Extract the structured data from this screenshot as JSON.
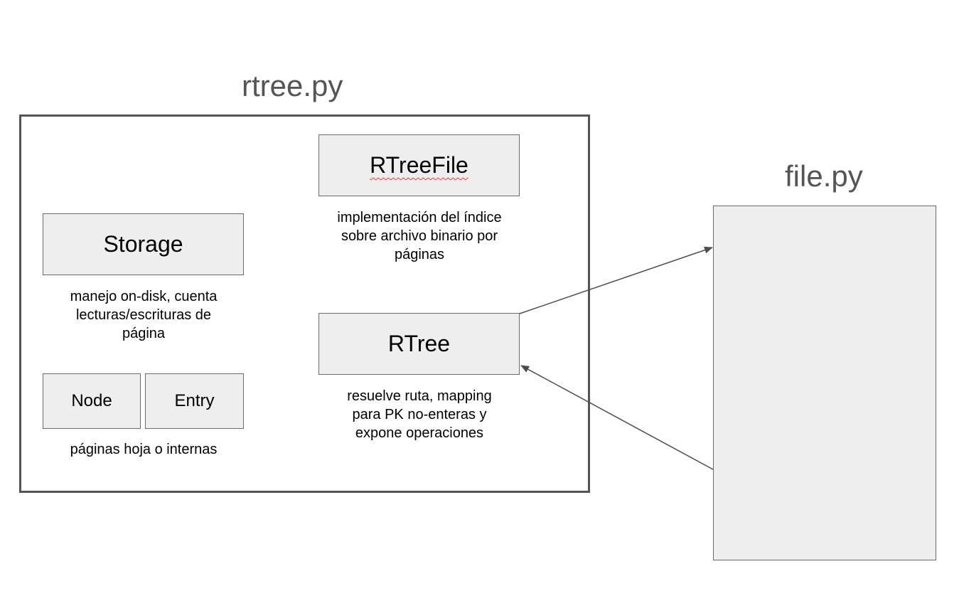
{
  "rtree_module": {
    "title": "rtree.py",
    "rtreefile": {
      "label": "RTreeFile",
      "caption": [
        "implementación del índice",
        "sobre archivo binario por",
        "páginas"
      ]
    },
    "storage": {
      "label": "Storage",
      "caption": [
        "manejo on-disk, cuenta",
        "lecturas/escrituras de",
        "página"
      ]
    },
    "rtree": {
      "label": "RTree",
      "caption": [
        "resuelve ruta, mapping",
        "para PK no-enteras y",
        "expone operaciones"
      ]
    },
    "node": {
      "label": "Node"
    },
    "entry": {
      "label": "Entry"
    },
    "node_entry_caption": "páginas hoja o internas"
  },
  "file_module": {
    "title": "file.py"
  },
  "connections": [
    {
      "from": "rtree-box",
      "to": "file-box",
      "style": "arrow"
    },
    {
      "from": "file-box",
      "to": "rtree-box",
      "style": "arrow"
    }
  ]
}
